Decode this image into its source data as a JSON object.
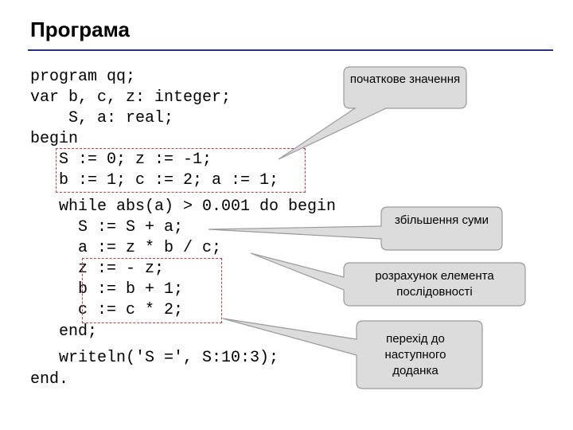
{
  "title": "Програма",
  "code_lines": [
    "program qq;",
    "var b, c, z: integer;",
    "    S, a: real;",
    "begin",
    "   S := 0; z := -1;",
    "   b := 1; c := 2; a := 1;",
    "   while abs(a) > 0.001 do begin",
    "     S := S + a;",
    "     a := z * b / c;",
    "     z := - z;",
    "     b := b + 1;",
    "     c := c * 2;",
    "   end;",
    "   writeln('S =', S:10:3);",
    "end."
  ],
  "callouts": {
    "initial": "початкове значення",
    "increase": "збільшення суми",
    "element": "розрахунок елемента послідовності",
    "next": "перехід до наступного доданка"
  },
  "colors": {
    "rule": "#2b2f86",
    "dashed_box": "#d23a3a",
    "callout_fill": "#dcdcdc",
    "callout_stroke": "#9a9a9a"
  }
}
